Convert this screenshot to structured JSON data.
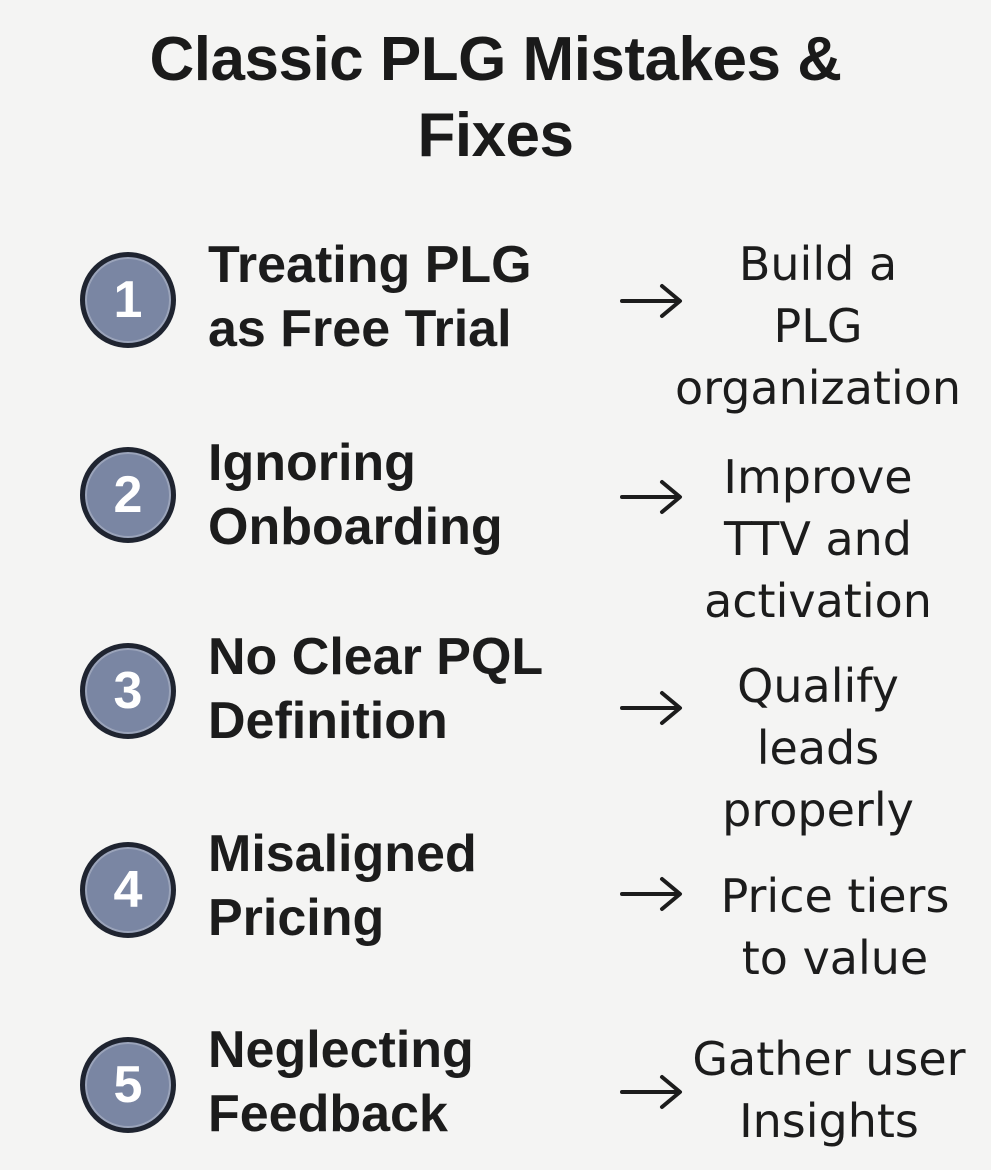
{
  "title": {
    "line1": "Classic PLG Mistakes &",
    "line2": "Fixes"
  },
  "colors": {
    "background": "#f4f4f3",
    "badge_fill": "#7a86a3",
    "badge_border": "#1f2430",
    "text": "#1c1c1c"
  },
  "rows": [
    {
      "number": "1",
      "mistake": [
        "Treating PLG",
        "as Free Trial"
      ],
      "arrow_icon": "right-arrow-icon",
      "fix": [
        "Build a",
        "PLG",
        "organization"
      ]
    },
    {
      "number": "2",
      "mistake": [
        "Ignoring",
        "Onboarding"
      ],
      "arrow_icon": "right-arrow-icon",
      "fix": [
        "Improve",
        "TTV and",
        "activation"
      ]
    },
    {
      "number": "3",
      "mistake": [
        "No Clear PQL",
        "Definition"
      ],
      "arrow_icon": "right-arrow-icon",
      "fix": [
        "Qualify",
        "leads",
        "properly"
      ]
    },
    {
      "number": "4",
      "mistake": [
        "Misaligned",
        "Pricing"
      ],
      "arrow_icon": "right-arrow-icon",
      "fix": [
        "Price tiers",
        "to value"
      ]
    },
    {
      "number": "5",
      "mistake": [
        "Neglecting",
        "Feedback"
      ],
      "arrow_icon": "right-arrow-icon",
      "fix": [
        "Gather user",
        "Insights"
      ]
    }
  ]
}
